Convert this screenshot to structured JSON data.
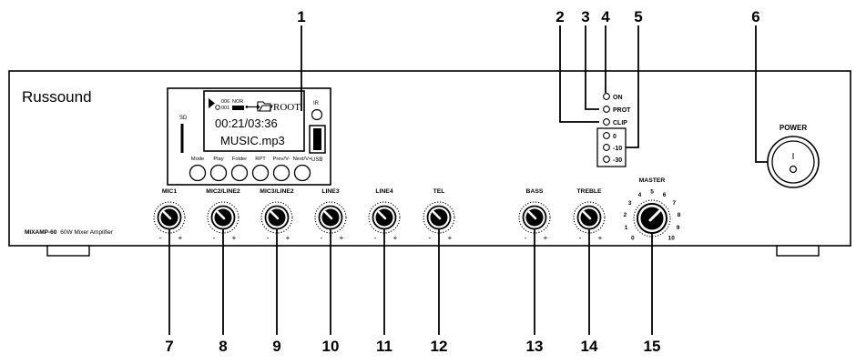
{
  "brand": "Russound",
  "model": {
    "name": "MIXAMP-60",
    "desc": "60W Mixer Amplifier"
  },
  "display": {
    "track_a": "006",
    "track_b": "001",
    "mode": "NOR",
    "folder": "ROOT",
    "time": "00:21/03:36",
    "file": "MUSIC.mp3"
  },
  "labels": {
    "sd": "SD",
    "ir": "IR",
    "usb": "USB",
    "on": "ON",
    "prot": "PROT",
    "clip": "CLIP",
    "level_0": "0",
    "level_10": "-10",
    "level_30": "-30",
    "power": "POWER",
    "power_on_symbol": "I",
    "master": "MASTER",
    "minus": "-",
    "plus": "+"
  },
  "buttons": [
    "Mode",
    "Play",
    "Folder",
    "RPT",
    "Prev/V-",
    "Next/V+"
  ],
  "knobs": [
    "MIC1",
    "MIC2/LINE2",
    "MIC3/LINE2",
    "LINE3",
    "LINE4",
    "TEL",
    "BASS",
    "TREBLE"
  ],
  "master_scale": [
    "0",
    "1",
    "2",
    "3",
    "4",
    "5",
    "6",
    "7",
    "8",
    "9",
    "10"
  ],
  "callouts": [
    "1",
    "2",
    "3",
    "4",
    "5",
    "6",
    "7",
    "8",
    "9",
    "10",
    "11",
    "12",
    "13",
    "14",
    "15"
  ]
}
